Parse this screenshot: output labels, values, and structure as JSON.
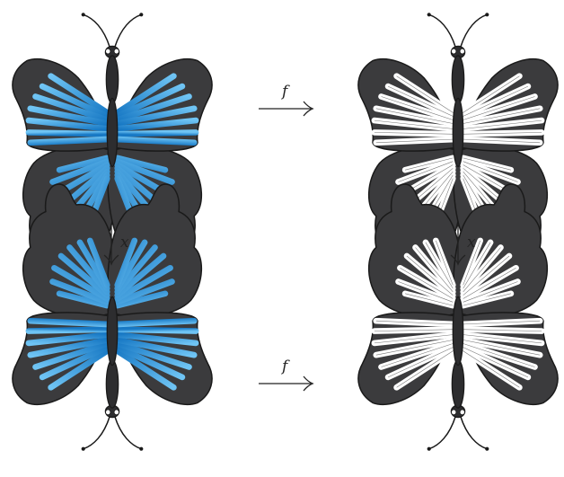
{
  "maps": {
    "horizontal_label": "f",
    "vertical_label": "x"
  },
  "colors": {
    "wing_dark": "#3b3b3d",
    "wing_blue_light": "#6fc4f4",
    "wing_blue_dark": "#1778c4",
    "wing_white": "#ffffff",
    "outline": "#1a1a1a",
    "body": "#2d2d2f"
  },
  "panels": [
    {
      "id": "top-left",
      "style": "blue",
      "flipped": false
    },
    {
      "id": "top-right",
      "style": "white",
      "flipped": false
    },
    {
      "id": "bottom-left",
      "style": "blue",
      "flipped": true
    },
    {
      "id": "bottom-right",
      "style": "white",
      "flipped": true
    }
  ]
}
